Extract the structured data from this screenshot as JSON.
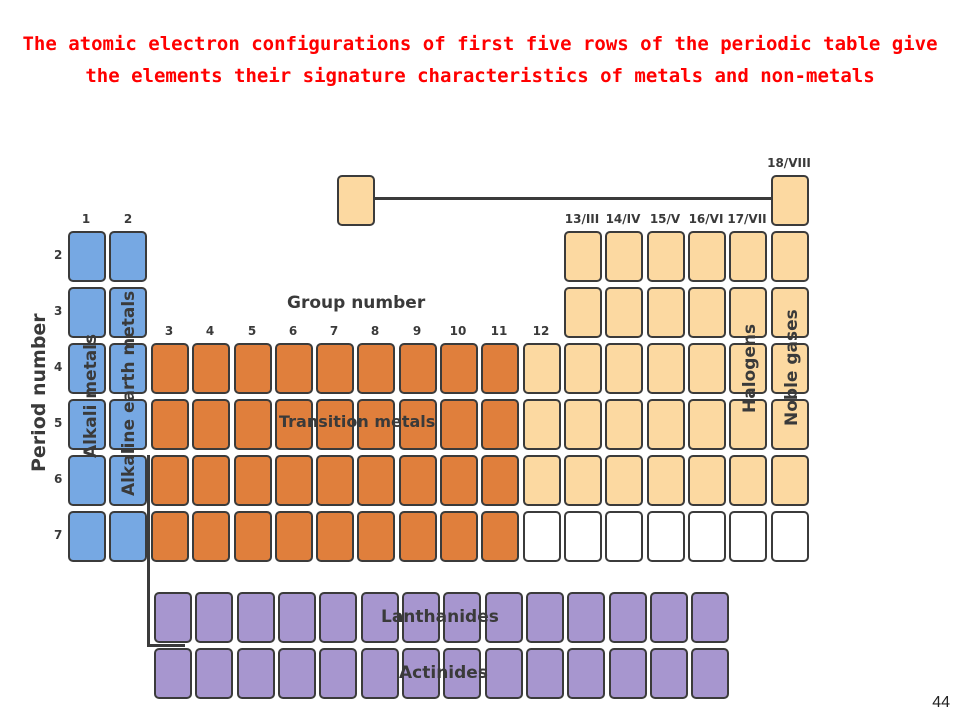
{
  "title": "The atomic electron configurations of first five rows of the periodic table give the elements their signature characteristics of metals and non-metals",
  "colors": {
    "alkali": "#76a8e3",
    "transition": "#e07f3c",
    "main_group": "#fcd9a1",
    "unshown": "#ffffff",
    "inner_transition": "#a796cf",
    "title": "#ff0000"
  },
  "labels": {
    "group_number": "Group number",
    "period_number": "Period number",
    "alkali_metals": "Alkali metals",
    "alkaline_earth_metals": "Alkaline earth metals",
    "transition_metals": "Transition metals",
    "halogens": "Halogens",
    "noble_gases": "Noble gases",
    "lanthanides": "Lanthanides",
    "actinides": "Actinides"
  },
  "groups": {
    "g1": "1",
    "g2": "2",
    "g3": "3",
    "g4": "4",
    "g5": "5",
    "g6": "6",
    "g7": "7",
    "g8": "8",
    "g9": "9",
    "g10": "10",
    "g11": "11",
    "g12": "12",
    "g13": "13/III",
    "g14": "14/IV",
    "g15": "15/V",
    "g16": "16/VI",
    "g17": "17/VII",
    "g18": "18/VIII"
  },
  "periods": [
    "2",
    "3",
    "4",
    "5",
    "6",
    "7"
  ],
  "page_number": "44"
}
